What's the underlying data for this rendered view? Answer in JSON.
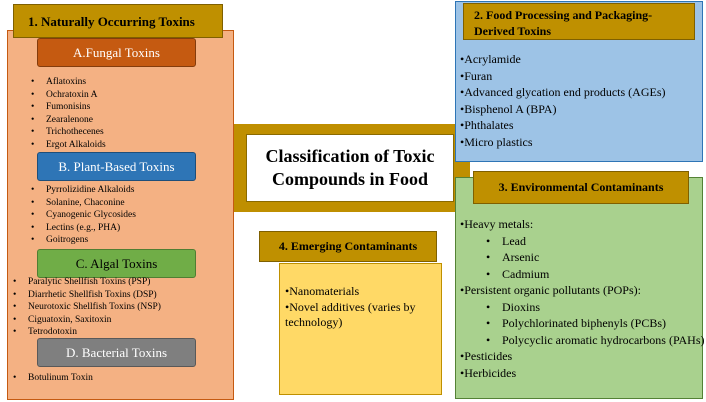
{
  "center": {
    "line1": "Classification of Toxic",
    "line2": "Compounds in Food"
  },
  "panel1": {
    "title": "1. Naturally Occurring Toxins",
    "groups": [
      {
        "title": "A.Fungal Toxins",
        "items": [
          "Aflatoxins",
          "Ochratoxin A",
          "Fumonisins",
          "Zearalenone",
          "Trichothecenes",
          "Ergot Alkaloids"
        ]
      },
      {
        "title": "B. Plant-Based Toxins",
        "items": [
          "Pyrrolizidine Alkaloids",
          "Solanine, Chaconine",
          "Cyanogenic Glycosides",
          "Lectins (e.g., PHA)",
          "Goitrogens"
        ]
      },
      {
        "title": "C. Algal Toxins",
        "items": [
          "Paralytic Shellfish Toxins (PSP)",
          "Diarrhetic Shellfish Toxins (DSP)",
          "Neurotoxic Shellfish Toxins (NSP)",
          "Ciguatoxin, Saxitoxin",
          "Tetrodotoxin"
        ]
      },
      {
        "title": "D. Bacterial Toxins",
        "items": [
          "Botulinum Toxin"
        ]
      }
    ]
  },
  "panel2": {
    "title_line1": "2. Food Processing and Packaging-",
    "title_line2": "Derived Toxins",
    "items": [
      "Acrylamide",
      "Furan",
      "Advanced glycation end products (AGEs)",
      "Bisphenol A (BPA)",
      "Phthalates",
      "Micro plastics"
    ]
  },
  "panel3": {
    "title": "3. Environmental Contaminants",
    "heavy_metals": {
      "label": "Heavy metals:",
      "items": [
        "Lead",
        "Arsenic",
        "Cadmium"
      ]
    },
    "pops": {
      "label": "Persistent organic pollutants (POPs):",
      "items": [
        "Dioxins",
        "Polychlorinated biphenyls (PCBs)",
        "Polycyclic aromatic hydrocarbons (PAHs)"
      ]
    },
    "others": [
      "Pesticides",
      "Herbicides"
    ]
  },
  "panel4": {
    "title": "4. Emerging Contaminants",
    "items": [
      "Nanomaterials",
      "Novel additives (varies by technology)"
    ]
  },
  "colors": {
    "gold_title": "#bf9000",
    "panel1_bg": "#f4b183",
    "panel2_bg": "#9dc3e6",
    "panel3_bg": "#a9d18e",
    "panel4_bg": "#ffd966",
    "fungal": "#c55a11",
    "plant": "#2e75b6",
    "algal": "#70ad47",
    "bacterial": "#7f7f7f"
  }
}
